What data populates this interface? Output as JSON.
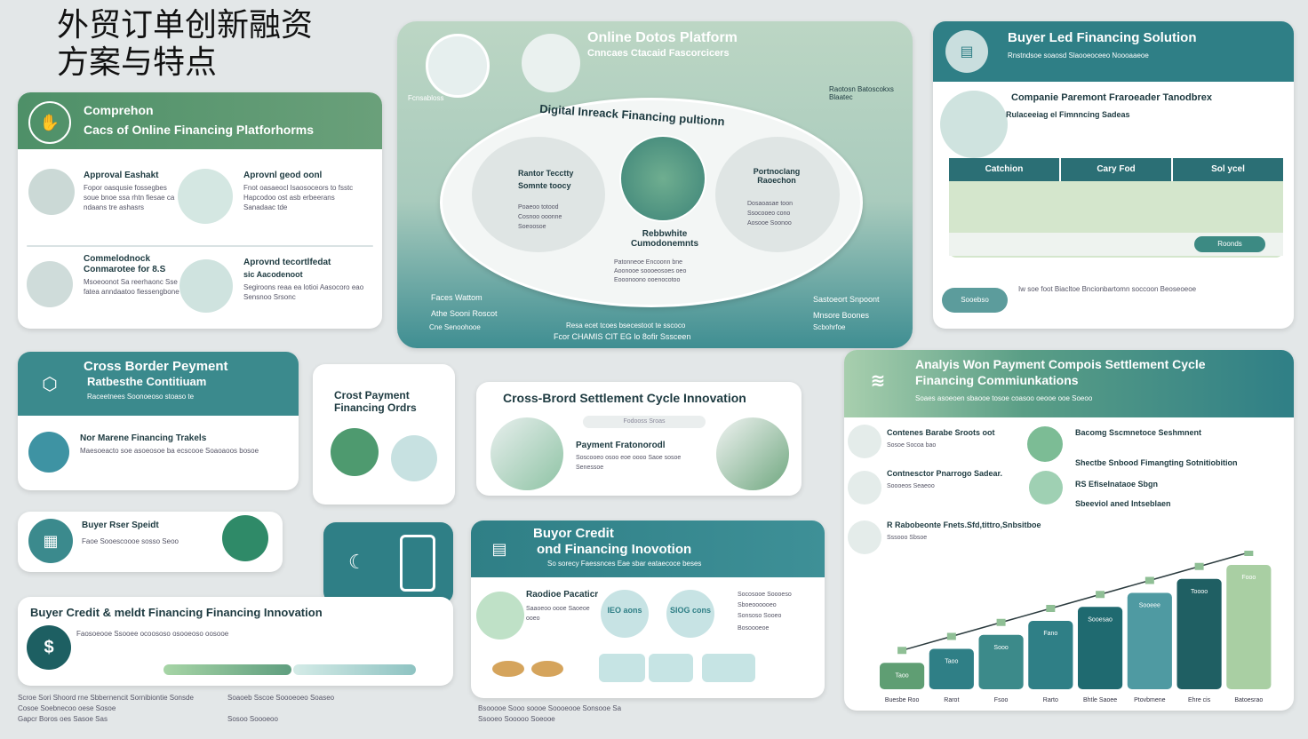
{
  "page_title": "外贸订单创新融资方案与特点",
  "comparison": {
    "title": "Comprehon",
    "subtitle": "Cacs of Online Financing Platforhorms",
    "items": [
      {
        "title": "Approval Eashakt",
        "text": "Fopor oasqusie fossegbes soue bnoe ssa rhtn fiesae ca ndaans tre ashasrs"
      },
      {
        "title": "Aprovnl geod oonl",
        "text": "Fnot oasaeocl Isaosoceors to fsstc Hapcodoo ost asb erbeerans Sanadaac tde"
      },
      {
        "title": "Commelodnock",
        "subtitle": "Conmarotee for 8.S",
        "text": "Msoeoonot Sa reerhaonc Sse fatea anndaatoo fiessengbone"
      },
      {
        "title": "Aprovnd tecortlfedat",
        "subtitle": "sic Aacodenoot",
        "text": "Segiroons reaa ea lotioi Aasocoro eao Sensnoo Srsonc"
      }
    ]
  },
  "platform": {
    "title": "Online Dotos Platform",
    "subtitle": "Cnncaes Ctacaid Fascorcicers",
    "left_label": "Fcnsabloss",
    "right_label": "Raotosn Batoscokxs Blaatec",
    "ring_title": "Digital Inreack Financing pultionn",
    "left_bubble": {
      "title": "Rantor Tecctty",
      "subtitle": "Somnte toocy",
      "items": [
        "Poaeoo totood",
        "Cosnoo ooonne",
        "Soeoosoe"
      ]
    },
    "right_bubble": {
      "title": "Portnoclang Raoechon",
      "items": [
        "Dosaoasae toon",
        "Ssocooeo cono",
        "Aosooe Soonoo"
      ]
    },
    "center_label": "Rebbwhite Cumodonemnts",
    "center_items": [
      "Patonneoe Encoonn bne",
      "Aoonooe soooeosoes oeo",
      "Eooonoono ooenocotoo"
    ],
    "bottom_left": [
      "Faces Wattom",
      "Athe Sooni Roscot",
      "Cne Senoohooe"
    ],
    "bottom_right": [
      "Sastoeort Snpoont",
      "Mnsore Boones",
      "Scbohrfoe"
    ],
    "footer": [
      "Resa ecet tcoes bsecestoot te sscoco",
      "Fcor CHAMIS CIT EG lo 8ofir Sssceen"
    ]
  },
  "buyer_led": {
    "title": "Buyer Led Financing Solution",
    "subtitle": "Rnstndsoe soaosd Slaooeoceeo Noooaaeoe",
    "section_title": "Companie Paremont Fraroeader Tanodbrex",
    "section_sub": "Rulaceeiag el Fimnncing Sadeas",
    "columns": [
      "Catchion",
      "Cary Fod",
      "Sol ycel"
    ],
    "action_label": "Roonds",
    "tag": "Sooebso",
    "footer": "Iw soe foot Biacltoe Bncionbartomn soccoon Beoseoeoe"
  },
  "cross_border": {
    "title": "Cross Border Peyment",
    "subtitle": "Ratbesthe Contitiuam",
    "desc": "Raceetnees Soonoeoso stoaso te",
    "item_title": "Nor Marene Financing Trakels",
    "item_text": "Maesoeacto soe asoeosoe ba ecscooe Soaoaoos bosoe"
  },
  "cross_payment": {
    "title": "Crost Payment Financing Ordrs"
  },
  "settlement": {
    "title": "Cross-Brord Settlement Cycle Innovation",
    "pill": "Fodooss Sroas",
    "item_title": "Payment Fratonorodl",
    "item_text": "Soscooeo osoo eoe oooo Saoe sosoe Senessoe"
  },
  "analysis": {
    "title": "Analyis Won Payment Compois Settlement Cycle",
    "subtitle": "Financing Commiunkations",
    "desc": "Soaes asoeoen sbaooe tosoe coasoo oeooe ooe Soeoo",
    "left_items": [
      {
        "title": "Contenes Barabe Sroots oot",
        "text": "Sosoe Socoa bao"
      },
      {
        "title": "Contnesctor Pnarrogo Sadear.",
        "text": "Soooeos Seaeoo"
      },
      {
        "title": "R Rabobeonte Fnets.Sfd,tittro,Snbsitboe",
        "text": "Sssooo Sbsoe"
      }
    ],
    "right_items": [
      {
        "title": "Bacomg Sscmnetoce Seshmnent"
      },
      {
        "title": "Shectbe Snbood Fimangting Sotnitiobition"
      },
      {
        "title": "RS Efiselnataoe Sbgn"
      },
      {
        "title": "Sbeeviol aned Intseblaen"
      }
    ],
    "chart_data": {
      "type": "bar",
      "categories": [
        "Buesbe Roo",
        "Rarot",
        "Fsoo",
        "Rarto",
        "Bhtle Saoee",
        "Ptovbmene",
        "Ehre cis",
        "Batoesrao"
      ],
      "values": [
        1,
        2,
        3,
        4,
        5,
        6,
        7,
        8
      ],
      "value_labels": [
        "Taoo",
        "Taoo",
        "Sooo",
        "Fano",
        "Sooesao",
        "Sooeee",
        "Toooo",
        "Fooo"
      ]
    }
  },
  "buyer_profit": {
    "title": "Buyer Rser Speidt",
    "text": "Faoe Sooescoooe sosso Seoo"
  },
  "buyer_credit_small": {
    "title": "Buyer Credit & meldt Financing Financing Innovation",
    "text": "Faosoeooe Ssooee ocoososo osooeoso oosooe",
    "footer": [
      "Scroe Sori Shoord rne Sbbernencit Sornibiontie Sonsde",
      "Cosoe Soebnecoo oese Sosoe",
      "Gapcr Boros oes Sasoe Sas"
    ],
    "footer_right": [
      "Soaoeb Sscoe Soooeoeo Soaseo",
      "Sosoo Soooeoo"
    ]
  },
  "buyer_credit_big": {
    "title": "Buyor Credit",
    "title2": "ond Financing Inovotion",
    "desc": "So sorecy Faessnces Eae sbar eataecoce beses",
    "item_title": "Raodioe Pacaticr",
    "item_text": "Saaoeoo oooe Saoeoe ooeo",
    "badges": [
      "IEO aons",
      "SIOG cons"
    ],
    "list": [
      "Socosooe Soooeso",
      "Sboeoooooeo",
      "Sonsoso Sooeo",
      "Bosoooeoe"
    ],
    "footer": [
      "Bsooooe Sooo soooe Soooeooe Sonsooe Sa",
      "Ssooeo Sooooo Soeooe"
    ]
  },
  "colors": {
    "teal": "#2f7f86",
    "green": "#5f9e73",
    "light_green": "#a9cfa3",
    "dark": "#1d3a40"
  }
}
